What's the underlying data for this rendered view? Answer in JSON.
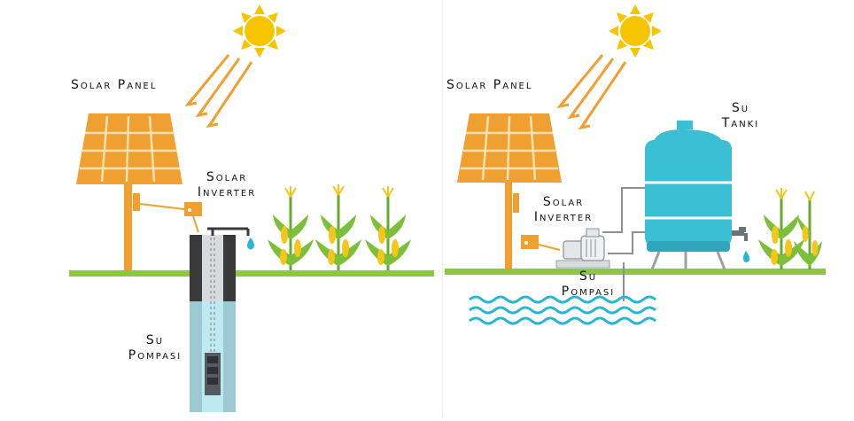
{
  "left_panel": {
    "solar_panel_label": "Solar Panel",
    "solar_inverter_label": [
      "Solar",
      "Inverter"
    ],
    "su_pompasi_label": [
      "Su",
      "Pompası"
    ]
  },
  "right_panel": {
    "solar_panel_label": "Solar Panel",
    "solar_inverter_label": [
      "Solar",
      "Inverter"
    ],
    "su_pompasi_label": [
      "Su",
      "Pompası"
    ],
    "su_tanki_label": [
      "Su",
      "Tankı"
    ]
  },
  "colors": {
    "sun": "#f7c400",
    "panel": "#f0a030",
    "ground": "#8dc63f",
    "water": "#29b6d6",
    "tank": "#3bbfd4",
    "plant_leaf": "#7cbf3a",
    "corn": "#f5c518",
    "pump_dark": "#3a3a3a",
    "pump_light": "#cfd3d6"
  }
}
